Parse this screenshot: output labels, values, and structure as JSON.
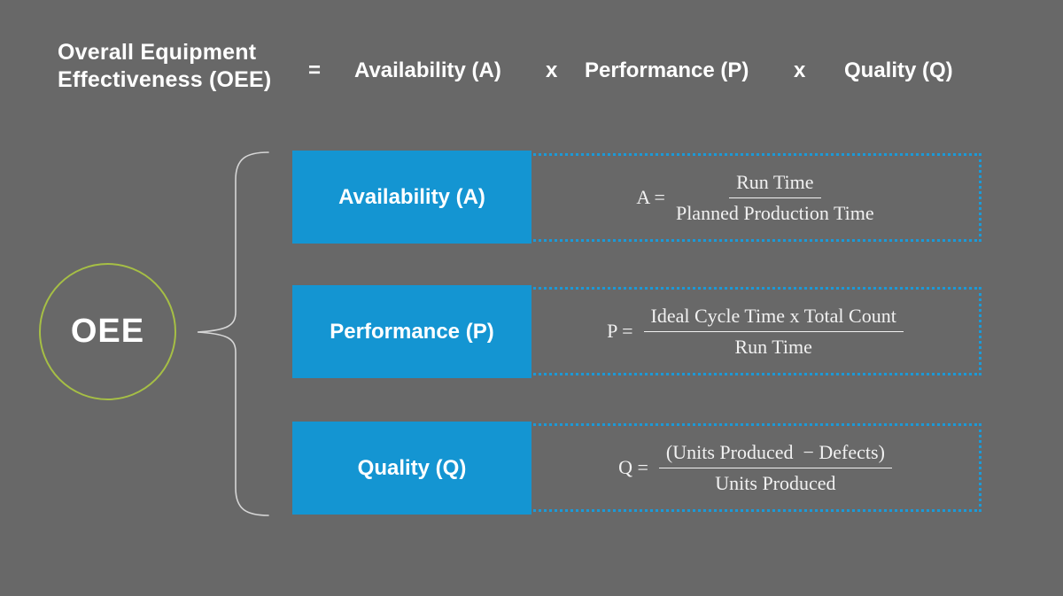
{
  "colors": {
    "background": "#686868",
    "factor_box_blue": "#1495d2",
    "dashed_border_blue": "#1b9ad8",
    "circle_green": "#a6bf45",
    "brace_gray": "#d6d6d6",
    "text_white": "#ffffff",
    "formula_text": "#f1f1f1"
  },
  "header": {
    "title_line1": "Overall Equipment",
    "title_line2": "Effectiveness (OEE)",
    "equals": "=",
    "multiply": "x",
    "terms": [
      "Availability (A)",
      "Performance (P)",
      "Quality (Q)"
    ]
  },
  "circle": {
    "label": "OEE"
  },
  "rows": [
    {
      "label": "Availability (A)",
      "lhs": "A =",
      "numerator": "Run Time",
      "denominator": "Planned Production Time"
    },
    {
      "label": "Performance (P)",
      "lhs": "P =",
      "numerator": "Ideal Cycle Time x Total Count",
      "denominator": "Run Time"
    },
    {
      "label": "Quality (Q)",
      "lhs": "Q =",
      "numerator": "(Units Produced  − Defects)",
      "denominator": "Units Produced"
    }
  ]
}
